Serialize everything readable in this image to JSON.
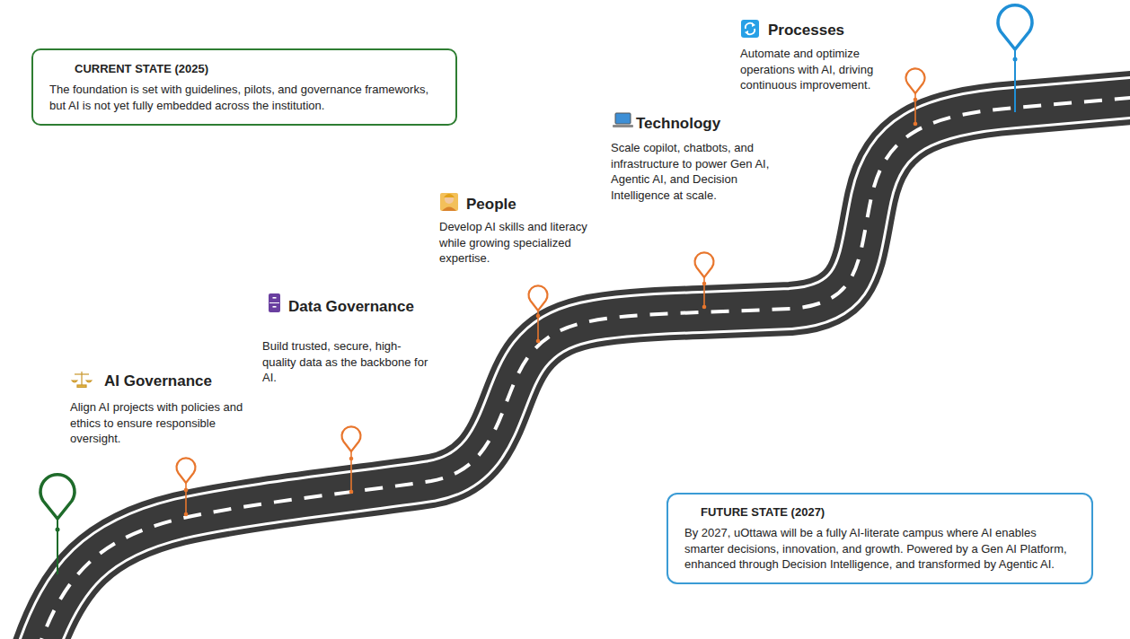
{
  "diagram": {
    "nodes": [
      {
        "text": [
          "CURRENT STATE (2025)",
          "The foundation is set with guidelines, pilots, and governance frameworks, but AI is not yet fully embedded across the institution."
        ]
      },
      {
        "text": [
          "FUTURE STATE (2027)",
          "By 2027, uOttawa will be a fully AI-literate campus where AI enables smarter decisions, innovation, and growth. Powered by a Gen AI Platform, enhanced through Decision Intelligence, and transformed by Agentic AI."
        ]
      }
    ],
    "labels": [
      "AI Governance",
      "Align AI projects with policies and ethics to ensure responsible oversight.",
      "Data Governance",
      "Build trusted, secure, high-quality data as the backbone for AI.",
      "People",
      "Develop AI skills and literacy while growing specialized expertise.",
      "Technology",
      "Scale copilot, chatbots, and infrastructure to power Gen AI, Agentic AI, and Decision Intelligence at scale.",
      "Processes",
      "Automate and optimize operations with AI, driving continuous improvement."
    ]
  }
}
